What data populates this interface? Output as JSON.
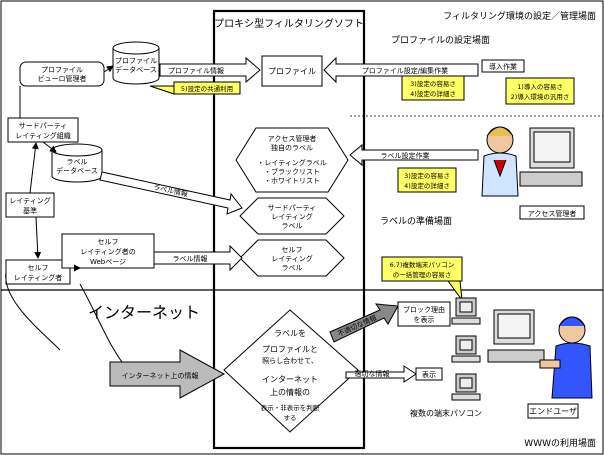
{
  "title": "プロキシ型フィルタリングソフト",
  "scene_top_right": "フィルタリング環境の設定／管理場面",
  "scene_profile": "プロファイルの設定場面",
  "scene_label": "ラベルの準備場面",
  "scene_www": "WWWの利用場面",
  "internet_label": "インターネット",
  "profile_box": "プロファイル",
  "profile_bureau": [
    "プロファイル",
    "ビューロ管理者"
  ],
  "profile_db": [
    "プロファイル",
    "データベース"
  ],
  "profile_info_arrow": "プロファイル情報",
  "profile_setting_arrow": "プロファイル設定/編集作業",
  "intro_arrow": "導入作業",
  "note_5": "5)設定の共通利用",
  "note_34": [
    "3)設定の容易さ",
    "4)設定の詳細さ"
  ],
  "note_12": [
    "1)導入の容易さ",
    "2)導入環境の汎用さ"
  ],
  "note_34b": [
    "3)設定の容易さ",
    "4)設定の詳細さ"
  ],
  "note_67": [
    "6,7)複数端末パソコン",
    "の一括管理の容易さ"
  ],
  "third_party_box": [
    "サードパーティ",
    "レイティング組織"
  ],
  "rating_standard": [
    "レイティング",
    "基準"
  ],
  "label_db": [
    "ラベル",
    "データベース"
  ],
  "self_rating_box": [
    "セルフ",
    "レイティング者"
  ],
  "access_labels": [
    "アクセス管理者",
    "独自のラベル",
    "",
    "・レイティングラベル",
    "・ブラックリスト",
    "・ホワイトリスト"
  ],
  "third_party_label": [
    "サードパーティ",
    "レイティング",
    "ラベル"
  ],
  "self_label": [
    "セルフ",
    "レイティング",
    "ラベル"
  ],
  "self_web": [
    "セルフ",
    "レイティング者の",
    "Webページ"
  ],
  "label_info_1": "ラベル情報",
  "label_info_2": "ラベル情報",
  "label_setting_arrow": "ラベル設定作業",
  "access_admin": "アクセス管理者",
  "internet_info": "インターネット上の情報",
  "decision": [
    "ラベルを",
    "プロファイルと",
    "照らし合わせて、",
    "インターネット",
    "上の情報の",
    "表示・非表示を判断",
    "する"
  ],
  "inappropriate": "不適切な情報",
  "appropriate": "適切な情報",
  "block_reason": [
    "ブロック理由",
    "を表示"
  ],
  "display": "表示",
  "pcs": "複数の端末パソコン",
  "end_user": "エンドユーザ"
}
